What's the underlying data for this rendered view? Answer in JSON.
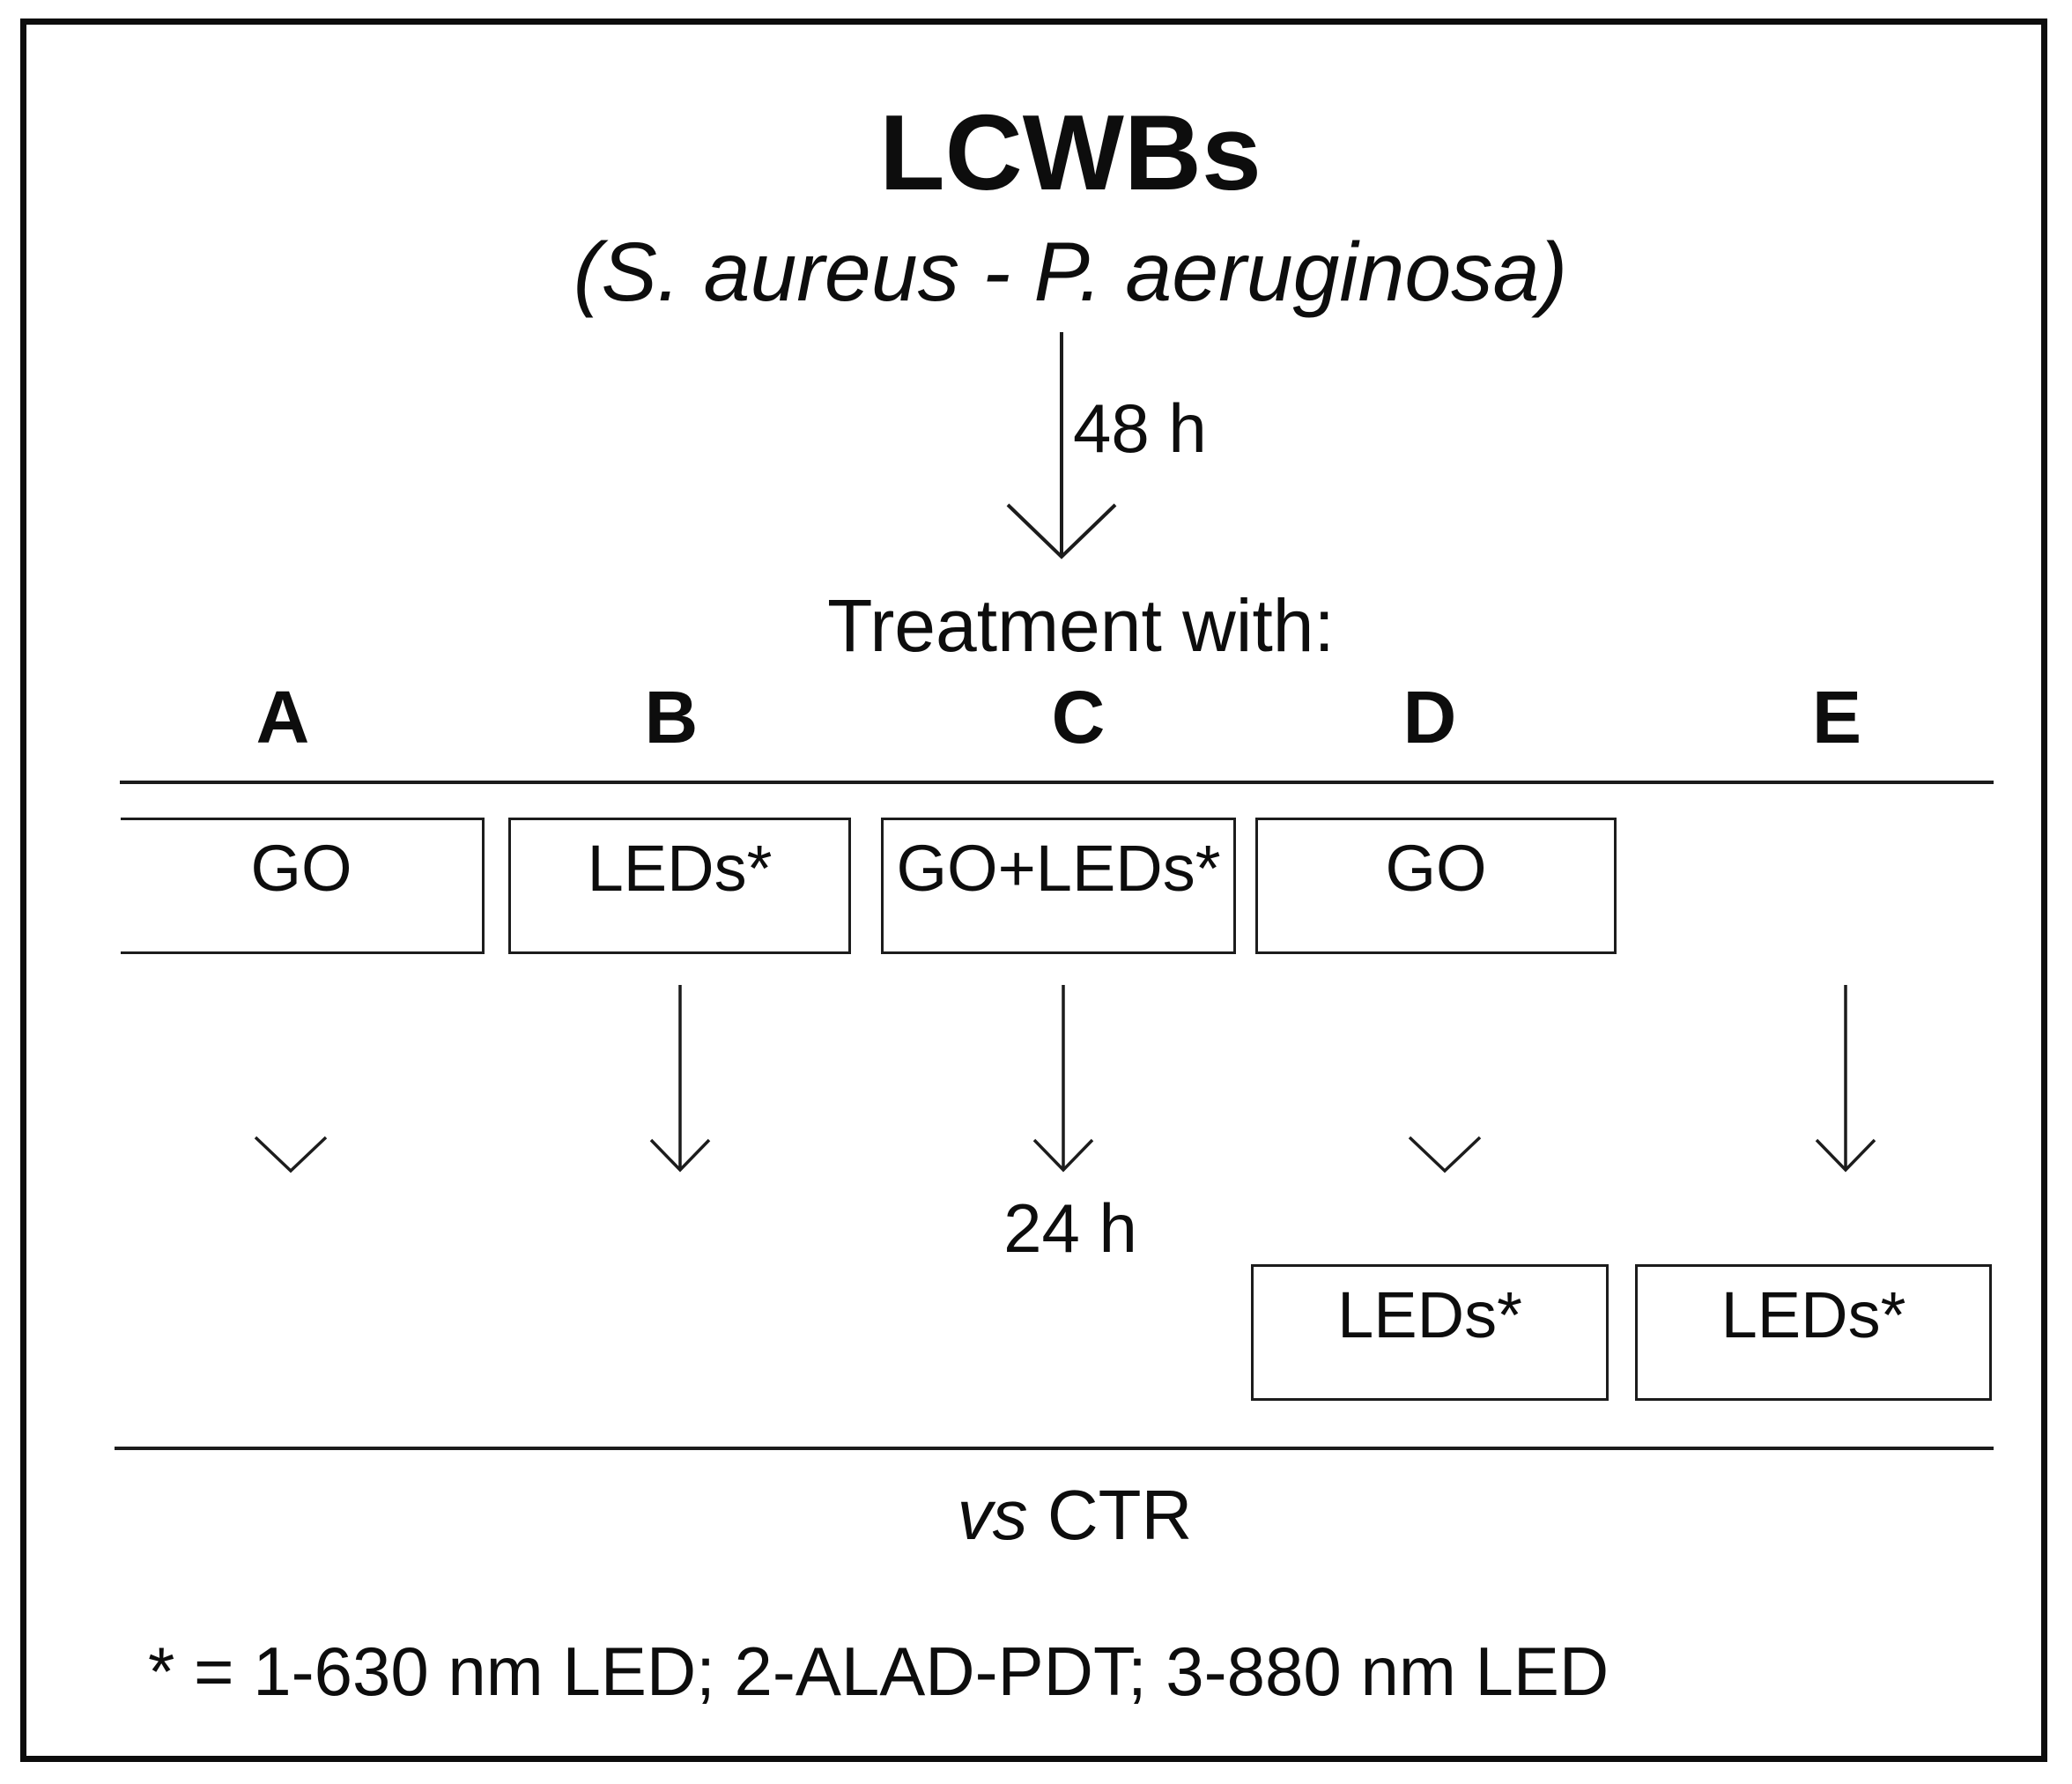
{
  "figure": {
    "title": "LCWBs",
    "subtitle": "(S. aureus - P. aeruginosa)",
    "incubation_arrow_label": "48 h",
    "treatment_heading": "Treatment with:",
    "group_headers": [
      "A",
      "B",
      "C",
      "D",
      "E"
    ],
    "treatment_boxes": {
      "a": "GO",
      "b": "LEDs*",
      "c": "GO+LEDs*",
      "d": "GO"
    },
    "post_treatment_label": "24 h",
    "second_round_boxes": {
      "d": "LEDs*",
      "e": "LEDs*"
    },
    "comparison": {
      "italic_part": "vs",
      "text_part": "CTR"
    },
    "footnote": "* = 1-630 nm LED; 2-ALAD-PDT; 3-880 nm LED"
  },
  "colors": {
    "ink": "#0d0d0d",
    "line": "#1c1c1c",
    "background": "#ffffff"
  }
}
